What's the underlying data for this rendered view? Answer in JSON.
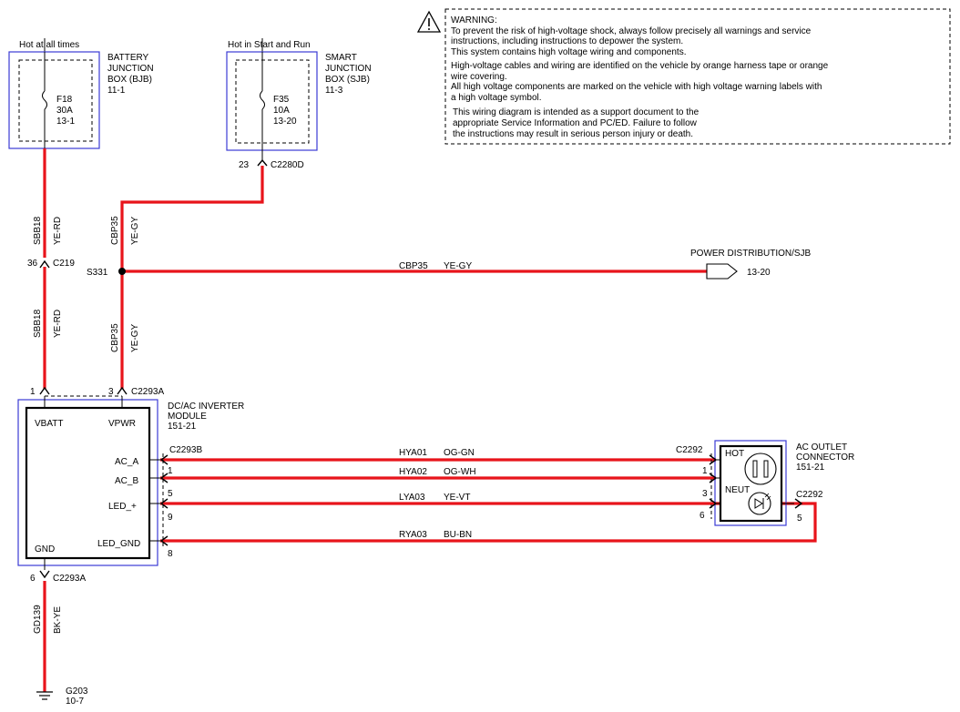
{
  "warning": {
    "title": "WARNING:",
    "lines": [
      "To prevent the risk of high-voltage shock, always follow precisely all warnings and service",
      "instructions, including instructions to depower the system.",
      "This system contains high voltage wiring and components.",
      "High-voltage cables and wiring are identified on the vehicle by orange harness tape or orange",
      "wire covering.",
      "All high voltage components are marked on the vehicle with high voltage warning labels with",
      "a high voltage symbol."
    ],
    "notice_lines": [
      "This wiring diagram is intended as a support document to the",
      "appropriate Service Information and PC/ED.  Failure to follow",
      "the instructions may result in serious person injury or death."
    ]
  },
  "bjb": {
    "hot_label": "Hot at all times",
    "name_lines": [
      "BATTERY",
      "JUNCTION",
      "BOX (BJB)",
      "11-1"
    ],
    "fuse": {
      "id": "F18",
      "rating": "30A",
      "ref": "13-1"
    }
  },
  "sjb": {
    "hot_label": "Hot in Start and Run",
    "name_lines": [
      "SMART",
      "JUNCTION",
      "BOX (SJB)",
      "11-3"
    ],
    "fuse": {
      "id": "F35",
      "rating": "10A",
      "ref": "13-20"
    },
    "connector_pin": "23",
    "connector": "C2280D"
  },
  "wires": {
    "sbb18": {
      "circuit": "SBB18",
      "color": "YE-RD"
    },
    "cbp35": {
      "circuit": "CBP35",
      "color": "YE-GY"
    },
    "gd139": {
      "circuit": "GD139",
      "color": "BK-YE"
    },
    "hya01": {
      "circuit": "HYA01",
      "color": "OG-GN"
    },
    "hya02": {
      "circuit": "HYA02",
      "color": "OG-WH"
    },
    "lya03": {
      "circuit": "LYA03",
      "color": "YE-VT"
    },
    "rya03": {
      "circuit": "RYA03",
      "color": "BU-BN"
    }
  },
  "c219": {
    "pin": "36",
    "name": "C219"
  },
  "splice": "S331",
  "power_dist": {
    "label": "POWER DISTRIBUTION/SJB",
    "ref": "13-20"
  },
  "inverter": {
    "name_lines": [
      "DC/AC INVERTER",
      "MODULE",
      "151-21"
    ],
    "top_connector": "C2293A",
    "top_pins": [
      "1",
      "3"
    ],
    "side_connector": "C2293B",
    "side_pins": [
      "1",
      "5",
      "9",
      "8"
    ],
    "bottom_pin": "6",
    "bottom_connector": "C2293A",
    "pins": {
      "vbatt": "VBATT",
      "vpwr": "VPWR",
      "ac_a": "AC_A",
      "ac_b": "AC_B",
      "led": "LED_+",
      "gnd": "GND",
      "led_gnd": "LED_GND"
    }
  },
  "outlet": {
    "name_lines": [
      "AC OUTLET",
      "CONNECTOR",
      "151-21"
    ],
    "hot": "HOT",
    "neut": "NEUT",
    "connector_left": "C2292",
    "left_pins": [
      "1",
      "3",
      "6"
    ],
    "connector_right": "C2292",
    "right_pin": "5"
  },
  "ground": {
    "name": "G203",
    "ref": "10-7"
  }
}
